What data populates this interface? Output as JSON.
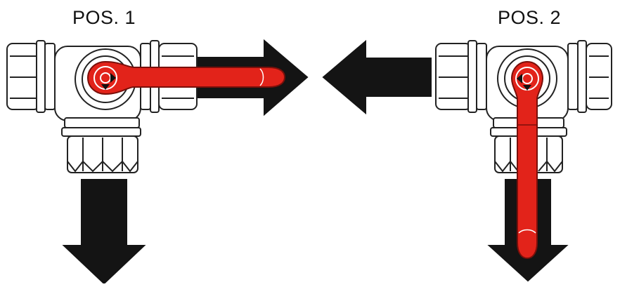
{
  "labels": {
    "pos_1": "POS. 1",
    "pos_2": "POS. 2"
  },
  "colors": {
    "handle": "#e2231a",
    "arrow": "#141414",
    "outline": "#222222",
    "body_fill": "#ffffff",
    "background": "#ffffff"
  },
  "icons": {
    "valve_body": "three-way-valve",
    "flow_arrow": "thick-flow-arrow",
    "handle": "lever-handle"
  }
}
